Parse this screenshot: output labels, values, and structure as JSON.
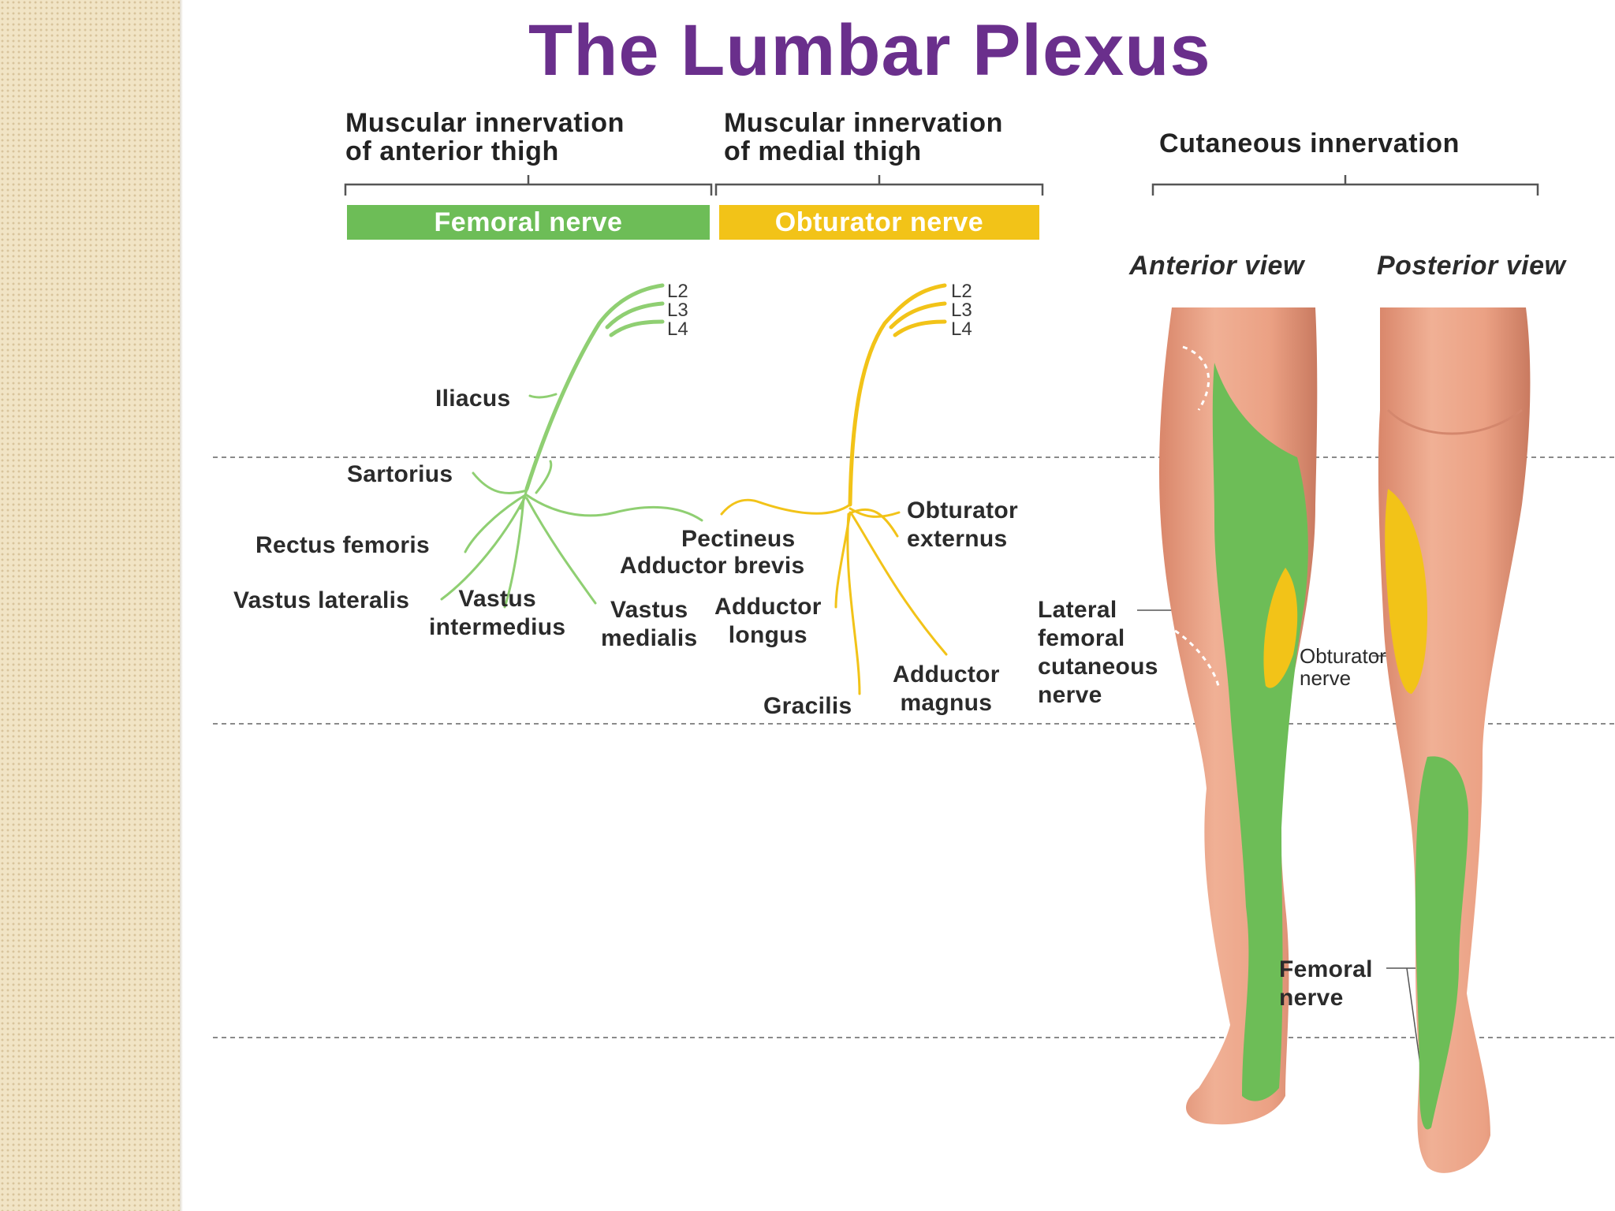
{
  "title": "The Lumbar Plexus",
  "headers": {
    "anterior": "Muscular innervation\nof anterior thigh",
    "medial": "Muscular innervation\nof medial thigh",
    "cutaneous": "Cutaneous innervation"
  },
  "nerves": {
    "femoral": "Femoral nerve",
    "obturator": "Obturator nerve"
  },
  "roots": {
    "femoral": "L2\nL3\nL4",
    "obturator": "L2\nL3\nL4"
  },
  "femoral_muscles": {
    "iliacus": "Iliacus",
    "sartorius": "Sartorius",
    "rectus_femoris": "Rectus femoris",
    "vastus_lateralis": "Vastus lateralis",
    "vastus_intermedius": "Vastus\nintermedius",
    "vastus_medialis": "Vastus\nmedialis",
    "pectineus": "Pectineus"
  },
  "obturator_muscles": {
    "adductor_brevis": "Adductor brevis",
    "adductor_longus": "Adductor\nlongus",
    "gracilis": "Gracilis",
    "adductor_magnus": "Adductor\nmagnus",
    "obturator_externus": "Obturator\nexternus"
  },
  "cutaneous": {
    "anterior_view": "Anterior view",
    "posterior_view": "Posterior view",
    "lateral_femoral": "Lateral\nfemoral\ncutaneous\nnerve",
    "obturator": "Obturator\nnerve",
    "femoral": "Femoral\nnerve"
  },
  "colors": {
    "femoral": "#6dbd57",
    "obturator": "#f2c318",
    "title": "#6a2f8c",
    "skin": "#e9a284"
  }
}
